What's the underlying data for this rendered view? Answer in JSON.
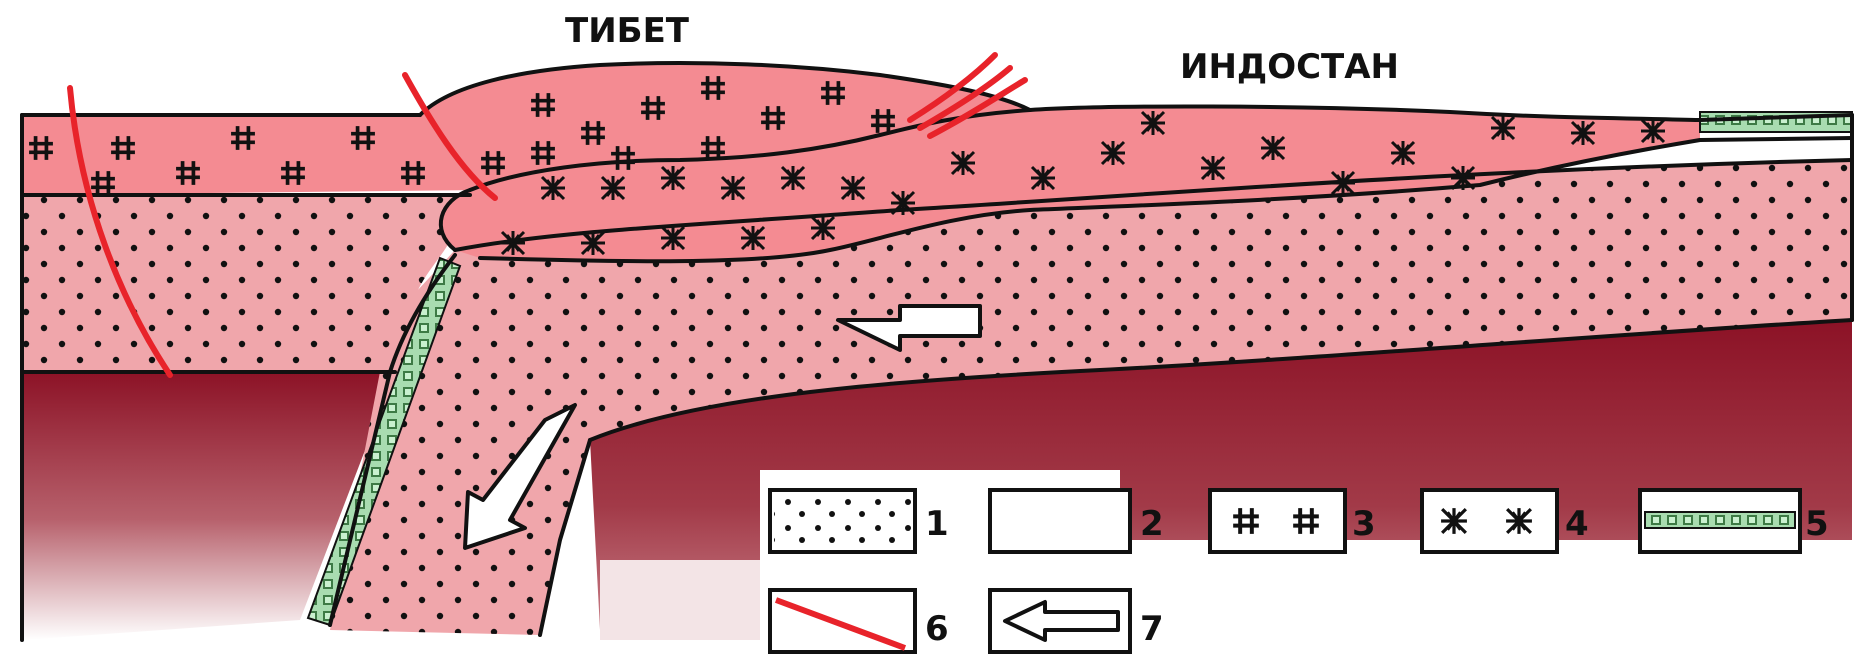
{
  "labels": {
    "region_left": "ТИБЕТ",
    "region_right": "ИНДОСТАН"
  },
  "legend": [
    {
      "number": "1",
      "meaning_pattern": "dots"
    },
    {
      "number": "2",
      "meaning_pattern": "blank"
    },
    {
      "number": "3",
      "meaning_pattern": "hash"
    },
    {
      "number": "4",
      "meaning_pattern": "star"
    },
    {
      "number": "5",
      "meaning_pattern": "beaded-band"
    },
    {
      "number": "6",
      "meaning_pattern": "red-line"
    },
    {
      "number": "7",
      "meaning_pattern": "arrow"
    }
  ],
  "colors": {
    "crust_pink": "#f0a6ab",
    "granite_pink": "#f48b92",
    "mantle_dark": "#8c1226",
    "fault_red": "#e8232a",
    "band_green": "#a8dcb0",
    "outline": "#111111"
  },
  "icons": {
    "movement": "arrow-icon",
    "fault": "fault-line-icon"
  }
}
